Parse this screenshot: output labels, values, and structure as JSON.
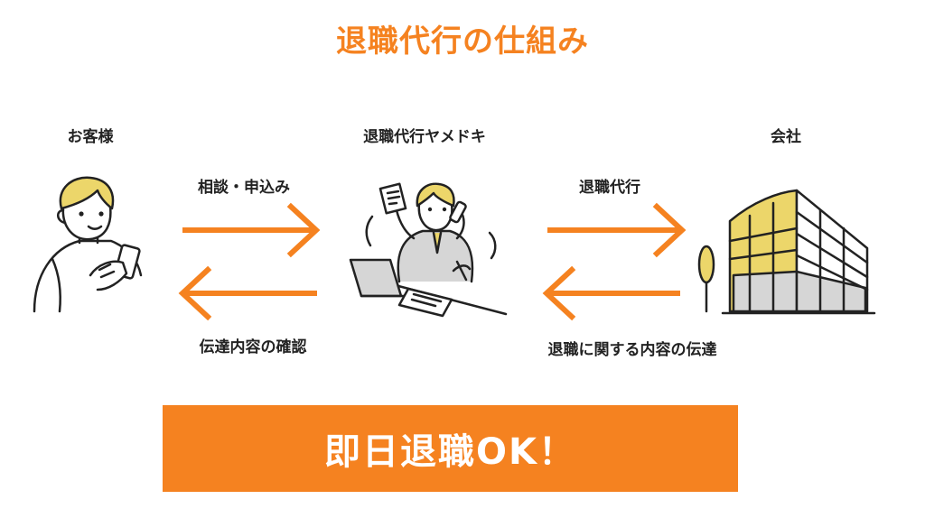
{
  "title": "退職代行の仕組み",
  "actors": {
    "customer": "お客様",
    "agency": "退職代行ヤメドキ",
    "company": "会社"
  },
  "flows": {
    "customer_to_agency": "相談・申込み",
    "agency_to_customer": "伝達内容の確認",
    "agency_to_company": "退職代行",
    "company_to_agency": "退職に関する内容の伝達"
  },
  "banner": "即日退職OK！",
  "colors": {
    "accent": "#f58220",
    "highlight": "#ecd66a",
    "gray": "#d6d6d6"
  }
}
